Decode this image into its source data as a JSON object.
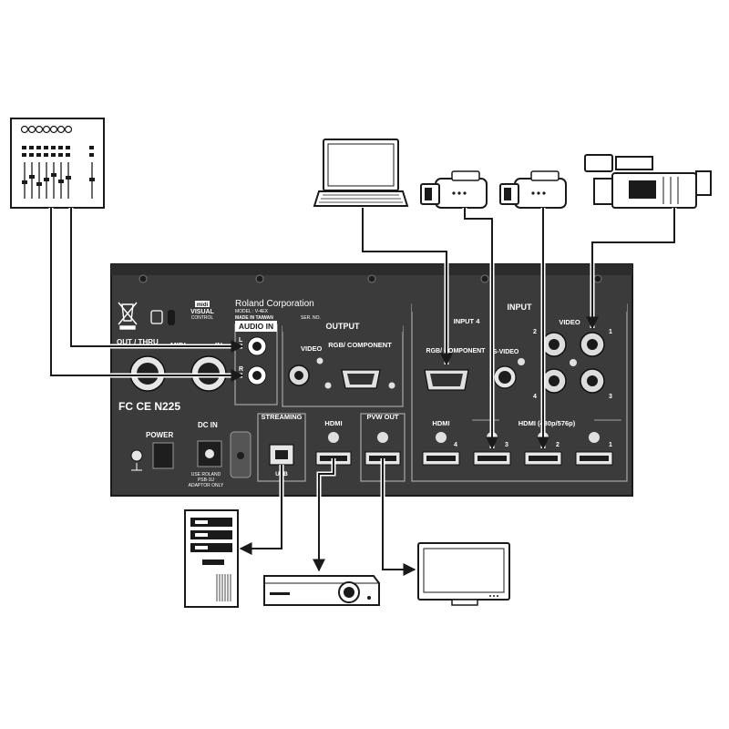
{
  "device": {
    "manufacturer": "Roland Corporation",
    "model": "MODEL : V-4EX",
    "made_in": "MADE IN TAIWAN",
    "serial": "SER. NO.",
    "midi_logo_1": "midi",
    "midi_logo_2": "VISUAL",
    "midi_logo_3": "CONTROL",
    "certifications": "FC CE N225"
  },
  "sections": {
    "audio_in": "AUDIO IN",
    "output": "OUTPUT",
    "input": "INPUT",
    "input4": "INPUT 4",
    "streaming": "STREAMING",
    "pvw_out": "PVW OUT",
    "hdmi_group": "HDMI (480p/576p)",
    "video_group": "VIDEO"
  },
  "labels": {
    "out_thru": "OUT / THRU",
    "midi": "MIDI",
    "in": "IN",
    "audio_l": "L",
    "audio_r": "R",
    "video": "VIDEO",
    "rgb_component": "RGB/ COMPONENT",
    "rgb_component_in": "RGB/ COMPONENT",
    "s_video": "S-VIDEO",
    "hdmi_out": "HDMI",
    "hdmi4": "HDMI",
    "num4": "4",
    "num3": "3",
    "num2": "2",
    "num1": "1",
    "power": "POWER",
    "dc_in": "DC IN",
    "adaptor_note_1": "USE ROLAND",
    "adaptor_note_2": "PSB-1U",
    "adaptor_note_3": "ADAPTOR ONLY",
    "usb": "USB"
  }
}
